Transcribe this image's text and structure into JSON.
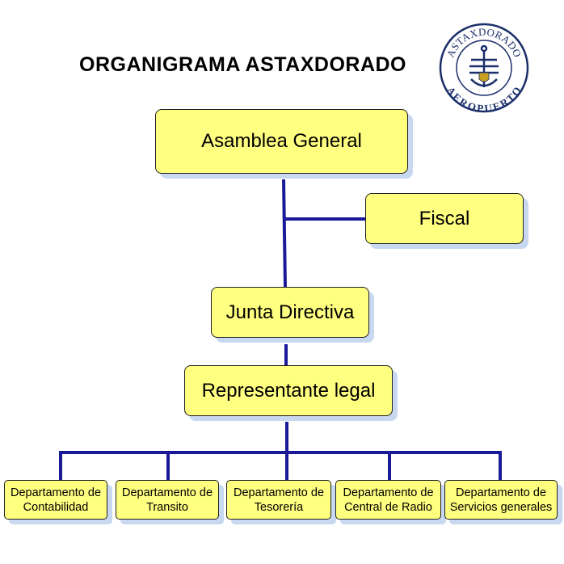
{
  "title": "ORGANIGRAMA ASTAXDORADO",
  "logo": {
    "top_text": "ASTAXDORADO",
    "bottom_text": "AEROPUERTO",
    "color": "#1a2f6b"
  },
  "colors": {
    "box_fill": "#ffff80",
    "connector": "#1a1a99",
    "shadow": "#c8d8f0"
  },
  "nodes": {
    "asamblea": "Asamblea General",
    "fiscal": "Fiscal",
    "junta": "Junta Directiva",
    "representante": "Representante legal"
  },
  "departments": [
    {
      "line1": "Departamento de",
      "line2": "Contabilidad"
    },
    {
      "line1": "Departamento de",
      "line2": "Transito"
    },
    {
      "line1": "Departamento de",
      "line2": "Tesorería"
    },
    {
      "line1": "Departamento de",
      "line2": "Central de Radio"
    },
    {
      "line1": "Departamento de",
      "line2": "Servicios generales"
    }
  ]
}
